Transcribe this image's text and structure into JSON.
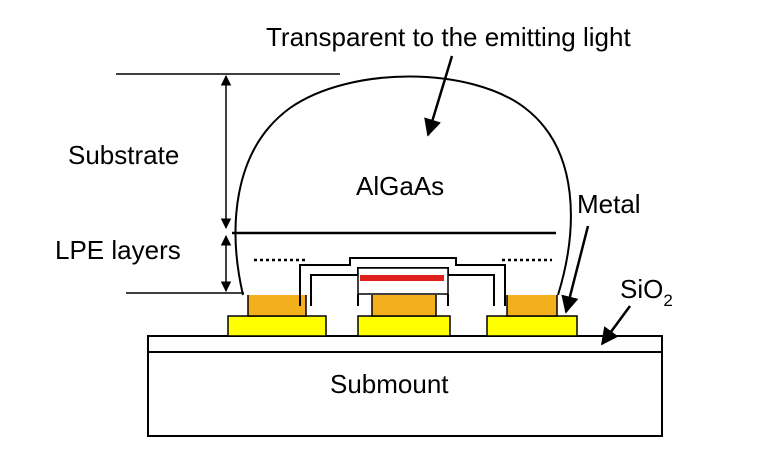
{
  "labels": {
    "transparent_note": "Transparent to the emitting light",
    "substrate": "Substrate",
    "lpe_layers": "LPE layers",
    "algaas": "AlGaAs",
    "metal": "Metal",
    "sio2_base": "SiO",
    "sio2_sub": "2",
    "submount": "Submount"
  },
  "colors": {
    "pad_yellow": "#ffff00",
    "contact_orange": "#f4b01c",
    "active_red": "#e0201c",
    "line": "#000000"
  }
}
